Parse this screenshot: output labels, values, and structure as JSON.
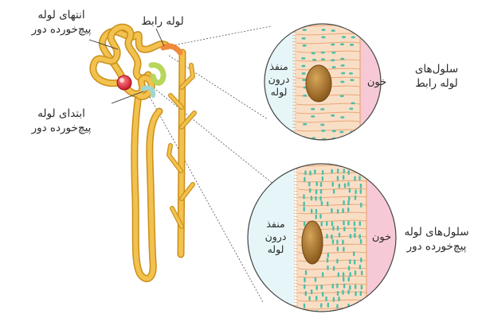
{
  "labels": {
    "distal_tubule_end": [
      "انتهای لوله",
      "پیچ‌خورده دور"
    ],
    "connecting_tubule": "لوله رابط",
    "distal_tubule_start": [
      "ابتدای لوله",
      "پیچ‌خورده دور"
    ],
    "lumen_top": [
      "منفذ",
      "درون",
      "لوله"
    ],
    "blood_top": "خون",
    "connecting_cells": [
      "سلول‌های",
      "لوله رابط"
    ],
    "lumen_bottom": [
      "منفذ",
      "درون",
      "لوله"
    ],
    "blood_bottom": "خون",
    "distal_cells": [
      "سلول‌های لوله",
      "پیچ‌خورده دور"
    ]
  },
  "colors": {
    "tubule": "#f2c14e",
    "tubule_outline": "#c98f1a",
    "glomerulus": "#e0334b",
    "connecting_segment_orange": "#f08a3c",
    "connecting_segment_green": "#b7d65a",
    "start_segment_teal": "#9fd7d5",
    "lumen": "#e6f6f8",
    "blood": "#f7c9d6",
    "cell": "#f9dec6",
    "cell_outline": "#e9a979",
    "mitochondria": "#4dbfa8",
    "nucleus": "#a8762b"
  }
}
